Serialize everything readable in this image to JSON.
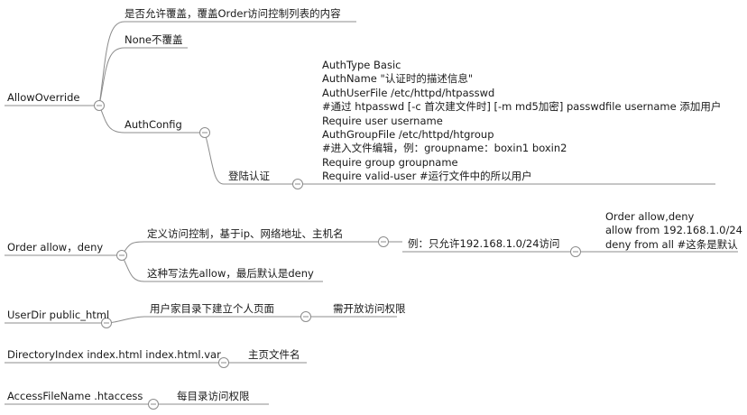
{
  "map": {
    "allowoverride": {
      "label": "AllowOverride",
      "children": [
        "是否允许覆盖，覆盖Order访问控制列表的内容",
        "None不覆盖",
        "AuthConfig"
      ],
      "login_label": "登陆认证",
      "auth_lines": [
        "AuthType Basic",
        "AuthName \"认证时的描述信息\"",
        "AuthUserFile /etc/httpd/htpasswd",
        "#通过 htpasswd [-c 首次建文件时] [-m md5加密] passwdfile username 添加用户",
        "Require user username",
        "AuthGroupFile /etc/httpd/htgroup",
        "#进入文件编辑，例：groupname：boxin1 boxin2",
        "Require group groupname",
        "Require valid-user #运行文件中的所以用户"
      ]
    },
    "order": {
      "label": "Order allow，deny",
      "children": [
        "定义访问控制，基于ip、网络地址、主机名",
        "这种写法先allow，最后默认是deny"
      ],
      "example": "例：只允许192.168.1.0/24访问",
      "example_lines": [
        "Order allow,deny",
        "allow from 192.168.1.0/24",
        "deny from all #这条是默认"
      ]
    },
    "userdir": {
      "label": "UserDir public_html",
      "child": "用户家目录下建立个人页面",
      "grandchild": "需开放访问权限"
    },
    "directoryindex": {
      "label": "DirectoryIndex index.html index.html.var",
      "child": "主页文件名"
    },
    "accessfilename": {
      "label": "AccessFileName .htaccess",
      "child": "每目录访问权限"
    }
  },
  "colors": {
    "line": "#8c8c8c",
    "text": "#1a1a1a",
    "collapse_button_fill": "#ffffff"
  },
  "icons": {
    "collapse": "minus-circle-icon"
  }
}
